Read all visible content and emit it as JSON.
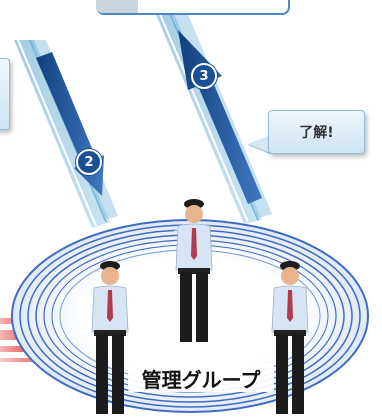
{
  "callouts": {
    "ok_text": "了解!"
  },
  "steps": {
    "two": "2",
    "three": "3"
  },
  "group": {
    "label": "管理グループ"
  },
  "colors": {
    "arrow_blue": "#1a4f93",
    "ring_blue": "#3f6cc0",
    "band_red": "#e64a4a",
    "callout_fill": "#d6e8f3"
  }
}
